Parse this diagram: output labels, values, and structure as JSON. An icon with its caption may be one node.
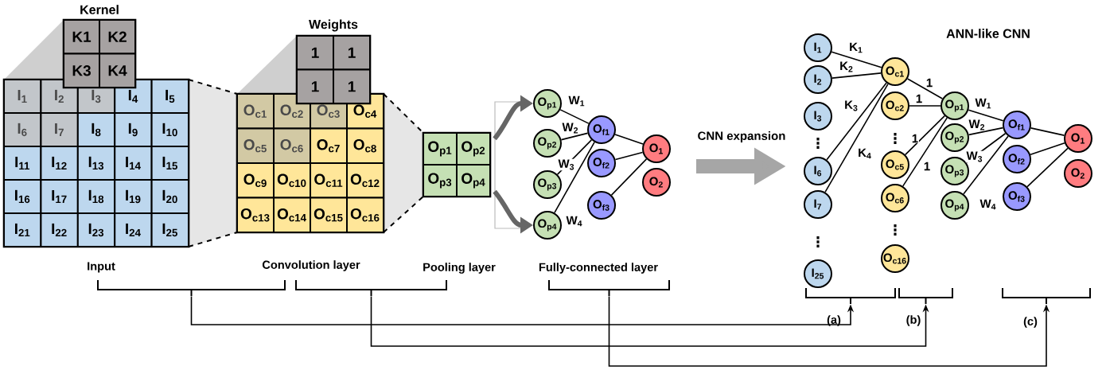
{
  "diagram": {
    "title": "ANN-like CNN",
    "nodes": [
      {
        "text": [
          "Kernel"
        ]
      },
      {
        "text": [
          "K1"
        ],
        "in": 0
      },
      {
        "text": [
          "K2"
        ],
        "in": 0
      },
      {
        "text": [
          "K3"
        ],
        "in": 0
      },
      {
        "text": [
          "K4"
        ],
        "in": 0
      },
      {
        "text": [],
        "shape": "box"
      },
      {
        "text": [
          "I$_{1}$"
        ],
        "in": 5
      },
      {
        "text": [
          "I$_{2}$"
        ],
        "in": 5
      },
      {
        "text": [
          "I$_{3}$"
        ],
        "in": 5
      },
      {
        "text": [
          "I$_{4}$"
        ],
        "in": 5
      },
      {
        "text": [
          "I$_{5}$"
        ],
        "in": 5
      },
      {
        "text": [
          "I$_{6}$"
        ],
        "in": 5
      },
      {
        "text": [
          "I$_{7}$"
        ],
        "in": 5
      },
      {
        "text": [
          "I$_{8}$"
        ],
        "in": 5
      },
      {
        "text": [
          "I$_{9}$"
        ],
        "in": 5
      },
      {
        "text": [
          "I$_{10}$"
        ],
        "in": 5
      },
      {
        "text": [
          "I$_{11}$"
        ],
        "in": 5
      },
      {
        "text": [
          "I$_{12}$"
        ],
        "in": 5
      },
      {
        "text": [
          "I$_{13}$"
        ],
        "in": 5
      },
      {
        "text": [
          "I$_{14}$"
        ],
        "in": 5
      },
      {
        "text": [
          "I$_{15}$"
        ],
        "in": 5
      },
      {
        "text": [
          "I$_{16}$"
        ],
        "in": 5
      },
      {
        "text": [
          "I$_{17}$"
        ],
        "in": 5
      },
      {
        "text": [
          "I$_{18}$"
        ],
        "in": 5
      },
      {
        "text": [
          "I$_{19}$"
        ],
        "in": 5
      },
      {
        "text": [
          "I$_{20}$"
        ],
        "in": 5
      },
      {
        "text": [
          "I$_{21}$"
        ],
        "in": 5
      },
      {
        "text": [
          "I$_{22}$"
        ],
        "in": 5
      },
      {
        "text": [
          "I$_{23}$"
        ],
        "in": 5
      },
      {
        "text": [
          "I$_{24}$"
        ],
        "in": 5
      },
      {
        "text": [
          "I$_{25}$"
        ],
        "in": 5
      },
      {
        "text": [
          "Weights"
        ]
      },
      {
        "text": [
          "1"
        ],
        "in": 31
      },
      {
        "text": [
          "1"
        ],
        "in": 31
      },
      {
        "text": [
          "1"
        ],
        "in": 31
      },
      {
        "text": [
          "1"
        ],
        "in": 31
      },
      {
        "text": [],
        "shape": "box"
      },
      {
        "text": [
          "O$_{c1}$"
        ],
        "in": 36
      },
      {
        "text": [
          "O$_{c2}$"
        ],
        "in": 36
      },
      {
        "text": [
          "O$_{c3}$"
        ],
        "in": 36
      },
      {
        "text": [
          "O$_{c4}$"
        ],
        "in": 36
      },
      {
        "text": [
          "O$_{c5}$"
        ],
        "in": 36
      },
      {
        "text": [
          "O$_{c6}$"
        ],
        "in": 36
      },
      {
        "text": [
          "O$_{c7}$"
        ],
        "in": 36
      },
      {
        "text": [
          "O$_{c8}$"
        ],
        "in": 36
      },
      {
        "text": [
          "O$_{c9}$"
        ],
        "in": 36
      },
      {
        "text": [
          "O$_{c10}$"
        ],
        "in": 36
      },
      {
        "text": [
          "O$_{c11}$"
        ],
        "in": 36
      },
      {
        "text": [
          "O$_{c12}$"
        ],
        "in": 36
      },
      {
        "text": [
          "O$_{c13}$"
        ],
        "in": 36
      },
      {
        "text": [
          "O$_{c14}$"
        ],
        "in": 36
      },
      {
        "text": [
          "O$_{c15}$"
        ],
        "in": 36
      },
      {
        "text": [
          "O$_{c16}$"
        ],
        "in": 36
      },
      {
        "text": [],
        "shape": "box"
      },
      {
        "text": [
          "O$_{p1}$"
        ],
        "in": 53
      },
      {
        "text": [
          "O$_{p2}$"
        ],
        "in": 53
      },
      {
        "text": [
          "O$_{p3}$"
        ],
        "in": 53
      },
      {
        "text": [
          "O$_{p4}$"
        ],
        "in": 53
      },
      {
        "text": [
          "O$_{p1}$"
        ]
      },
      {
        "text": [
          "O$_{p2}$"
        ]
      },
      {
        "text": [
          "O$_{p3}$"
        ]
      },
      {
        "text": [
          "O$_{p4}$"
        ]
      },
      {
        "text": [
          "O$_{f1}$"
        ]
      },
      {
        "text": [
          "O$_{f2}$"
        ]
      },
      {
        "text": [
          "O$_{f3}$"
        ]
      },
      {
        "text": [
          "O$_{1}$"
        ]
      },
      {
        "text": [
          "O$_{2}$"
        ]
      },
      {
        "text": [
          "I$_{1}$"
        ]
      },
      {
        "text": [
          "I$_{2}$"
        ]
      },
      {
        "text": [
          "I$_{3}$"
        ]
      },
      {
        "text": [
          "I$_{6}$"
        ]
      },
      {
        "text": [
          "I$_{7}$"
        ]
      },
      {
        "text": [
          "I$_{25}$"
        ]
      },
      {
        "text": [
          "O$_{c1}$"
        ]
      },
      {
        "text": [
          "O$_{c2}$"
        ]
      },
      {
        "text": [
          "O$_{c5}$"
        ]
      },
      {
        "text": [
          "O$_{c6}$"
        ]
      },
      {
        "text": [
          "O$_{c16}$"
        ]
      },
      {
        "text": [
          "O$_{p1}$"
        ]
      },
      {
        "text": [
          "O$_{p2}$"
        ]
      },
      {
        "text": [
          "O$_{p3}$"
        ]
      },
      {
        "text": [
          "O$_{p4}$"
        ]
      },
      {
        "text": [
          "O$_{f1}$"
        ]
      },
      {
        "text": [
          "O$_{f2}$"
        ]
      },
      {
        "text": [
          "O$_{f3}$"
        ]
      },
      {
        "text": [
          "O$_{1}$"
        ]
      },
      {
        "text": [
          "O$_{2}$"
        ]
      },
      {
        "text": [],
        "shape": "bracket"
      },
      {
        "text": [],
        "shape": "bracket"
      },
      {
        "text": [],
        "shape": "bracket"
      },
      {
        "text": [],
        "shape": "bracket"
      },
      {
        "text": [],
        "shape": "bracket"
      },
      {
        "text": [],
        "shape": "bracket"
      },
      {
        "text": [],
        "shape": "box"
      }
    ],
    "edges": [
      {
        "from": 93,
        "to": 58,
        "arrow": "to",
        "style": "thick",
        "color": "#666666"
      },
      {
        "from": 93,
        "to": 61,
        "arrow": "to",
        "style": "thick",
        "color": "#666666"
      },
      {
        "from": 58,
        "to": 62,
        "arrow": "none",
        "label": "W$_{1}$"
      },
      {
        "from": 59,
        "to": 62,
        "arrow": "none",
        "label": "W$_{2}$"
      },
      {
        "from": 60,
        "to": 62,
        "arrow": "none",
        "label": "W$_{3}$"
      },
      {
        "from": 61,
        "to": 62,
        "arrow": "none",
        "label": "W$_{4}$"
      },
      {
        "from": 62,
        "to": 65,
        "arrow": "none"
      },
      {
        "from": 63,
        "to": 65,
        "arrow": "none"
      },
      {
        "from": 64,
        "to": 65,
        "arrow": "none"
      },
      {
        "from": 67,
        "to": 73,
        "arrow": "none",
        "label": "K$_{1}$"
      },
      {
        "from": 68,
        "to": 73,
        "arrow": "none",
        "label": "K$_{2}$"
      },
      {
        "from": 70,
        "to": 73,
        "arrow": "none",
        "label": "K$_{3}$"
      },
      {
        "from": 71,
        "to": 73,
        "arrow": "none",
        "label": "K$_{4}$"
      },
      {
        "from": 73,
        "to": 78,
        "arrow": "none",
        "label": "1"
      },
      {
        "from": 74,
        "to": 78,
        "arrow": "none",
        "label": "1"
      },
      {
        "from": 75,
        "to": 78,
        "arrow": "none",
        "label": "1"
      },
      {
        "from": 76,
        "to": 78,
        "arrow": "none",
        "label": "1"
      },
      {
        "from": 78,
        "to": 82,
        "arrow": "none",
        "label": "W$_{1}$"
      },
      {
        "from": 79,
        "to": 82,
        "arrow": "none",
        "label": "W$_{2}$"
      },
      {
        "from": 80,
        "to": 82,
        "arrow": "none",
        "label": "W$_{3}$"
      },
      {
        "from": 81,
        "to": 82,
        "arrow": "none",
        "label": "W$_{4}$"
      },
      {
        "from": 82,
        "to": 85,
        "arrow": "none"
      },
      {
        "from": 83,
        "to": 85,
        "arrow": "none"
      },
      {
        "from": 84,
        "to": 85,
        "arrow": "none"
      },
      {
        "from": 87,
        "to": 90,
        "arrow": "to"
      },
      {
        "from": 88,
        "to": 91,
        "arrow": "to"
      },
      {
        "from": 89,
        "to": 92,
        "arrow": "to"
      },
      {
        "from": 66,
        "to": 70,
        "arrow": "to",
        "label": "CNN expansion",
        "style": "thick",
        "color": "#a6a6a6"
      }
    ],
    "labels": [
      "⋮",
      "⋮",
      "⋮",
      "⋮",
      "Input",
      "Convolution layer",
      "Pooling layer",
      "Fully-connected layer",
      "(a)",
      "(b)",
      "(c)"
    ]
  }
}
